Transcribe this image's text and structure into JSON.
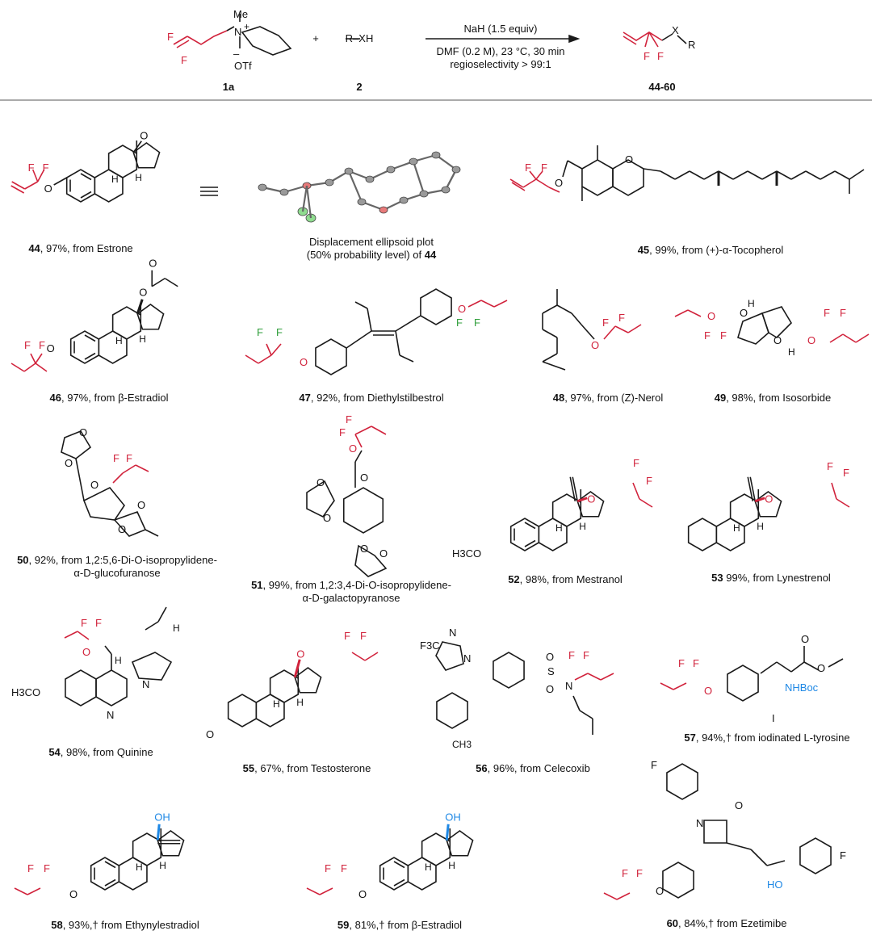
{
  "colors": {
    "fluorine_group": "#d1233c",
    "stereo_blue": "#1e88e5",
    "bond": "#1a1a1a",
    "f_green": "#2e9e3a"
  },
  "scheme": {
    "reagent_label": "1a",
    "substrate_label": "2",
    "substrate_text": "R–XH",
    "plus": "+",
    "product_label": "44-60",
    "cond_top": "NaH (1.5 equiv)",
    "cond_bottom1": "DMF (0.2 M), 23 °C, 30 min",
    "cond_bottom2": "regioselectivity > 99:1",
    "atoms": {
      "me": "Me",
      "n": "N",
      "plus": "+",
      "minus": "–",
      "otf": "OTf",
      "f": "F",
      "x": "X",
      "r": "R"
    }
  },
  "xray": {
    "caption_l1": "Displacement ellipsoid plot",
    "caption_l2_pre": "(50% probability level) of ",
    "caption_l2_num": "44"
  },
  "compounds": [
    {
      "num": "44",
      "text": ", 97%, from Estrone"
    },
    {
      "num": "45",
      "text": ", 99%, from (+)-α-Tocopherol"
    },
    {
      "num": "46",
      "text": ", 97%, from β-Estradiol"
    },
    {
      "num": "47",
      "text": ", 92%, from Diethylstilbestrol"
    },
    {
      "num": "48",
      "text": ", 97%, from (Z)-Nerol"
    },
    {
      "num": "49",
      "text": ", 98%, from Isosorbide"
    },
    {
      "num": "50",
      "text": ", 92%, from 1,2:5,6-Di-O-isopropylidene-",
      "line2": "α-D-glucofuranose"
    },
    {
      "num": "51",
      "text": ", 99%, from 1,2:3,4-Di-O-isopropylidene-",
      "line2": "α-D-galactopyranose"
    },
    {
      "num": "52",
      "text": ", 98%, from Mestranol"
    },
    {
      "num": "53",
      "text": " 99%, from Lynestrenol"
    },
    {
      "num": "54",
      "text": ", 98%, from Quinine"
    },
    {
      "num": "55",
      "text": ", 67%, from Testosterone"
    },
    {
      "num": "56",
      "text": ", 96%, from Celecoxib"
    },
    {
      "num": "57",
      "text": ", 94%,† from iodinated L-tyrosine"
    },
    {
      "num": "58",
      "text": ", 93%,† from Ethynylestradiol"
    },
    {
      "num": "59",
      "text": ", 81%,† from β-Estradiol"
    },
    {
      "num": "60",
      "text": ", 84%,† from Ezetimibe"
    }
  ],
  "atom_text": {
    "o": "O",
    "oh": "OH",
    "ho": "HO",
    "h": "H",
    "f": "F",
    "n": "N",
    "s": "S",
    "i": "I",
    "h3co": "H3CO",
    "ch3": "CH3",
    "f3c": "F3C",
    "nhboc": "NHBoc"
  }
}
